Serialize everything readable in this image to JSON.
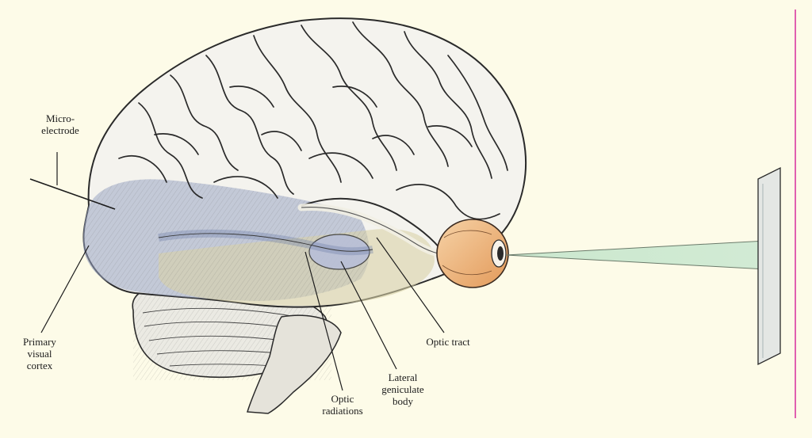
{
  "colors": {
    "background": "#fdfbe8",
    "brain_fill": "#f4f3ee",
    "brain_stroke": "#2a2a2a",
    "visual_pathway_fill": "#9aa6c4",
    "temporal_fill": "#d8d2a8",
    "eye_fill": "#f2c28c",
    "light_beam": "#bfe3c8",
    "screen_fill": "#e4e7e4",
    "magenta_line": "#e060b0"
  },
  "labels": {
    "microelectrode": [
      "Micro-",
      "electrode"
    ],
    "primary_visual_cortex": [
      "Primary",
      "visual",
      "cortex"
    ],
    "optic_tract": [
      "Optic tract"
    ],
    "lateral_geniculate_body": [
      "Lateral",
      "geniculate",
      "body"
    ],
    "optic_radiations": [
      "Optic",
      "radiations"
    ]
  }
}
